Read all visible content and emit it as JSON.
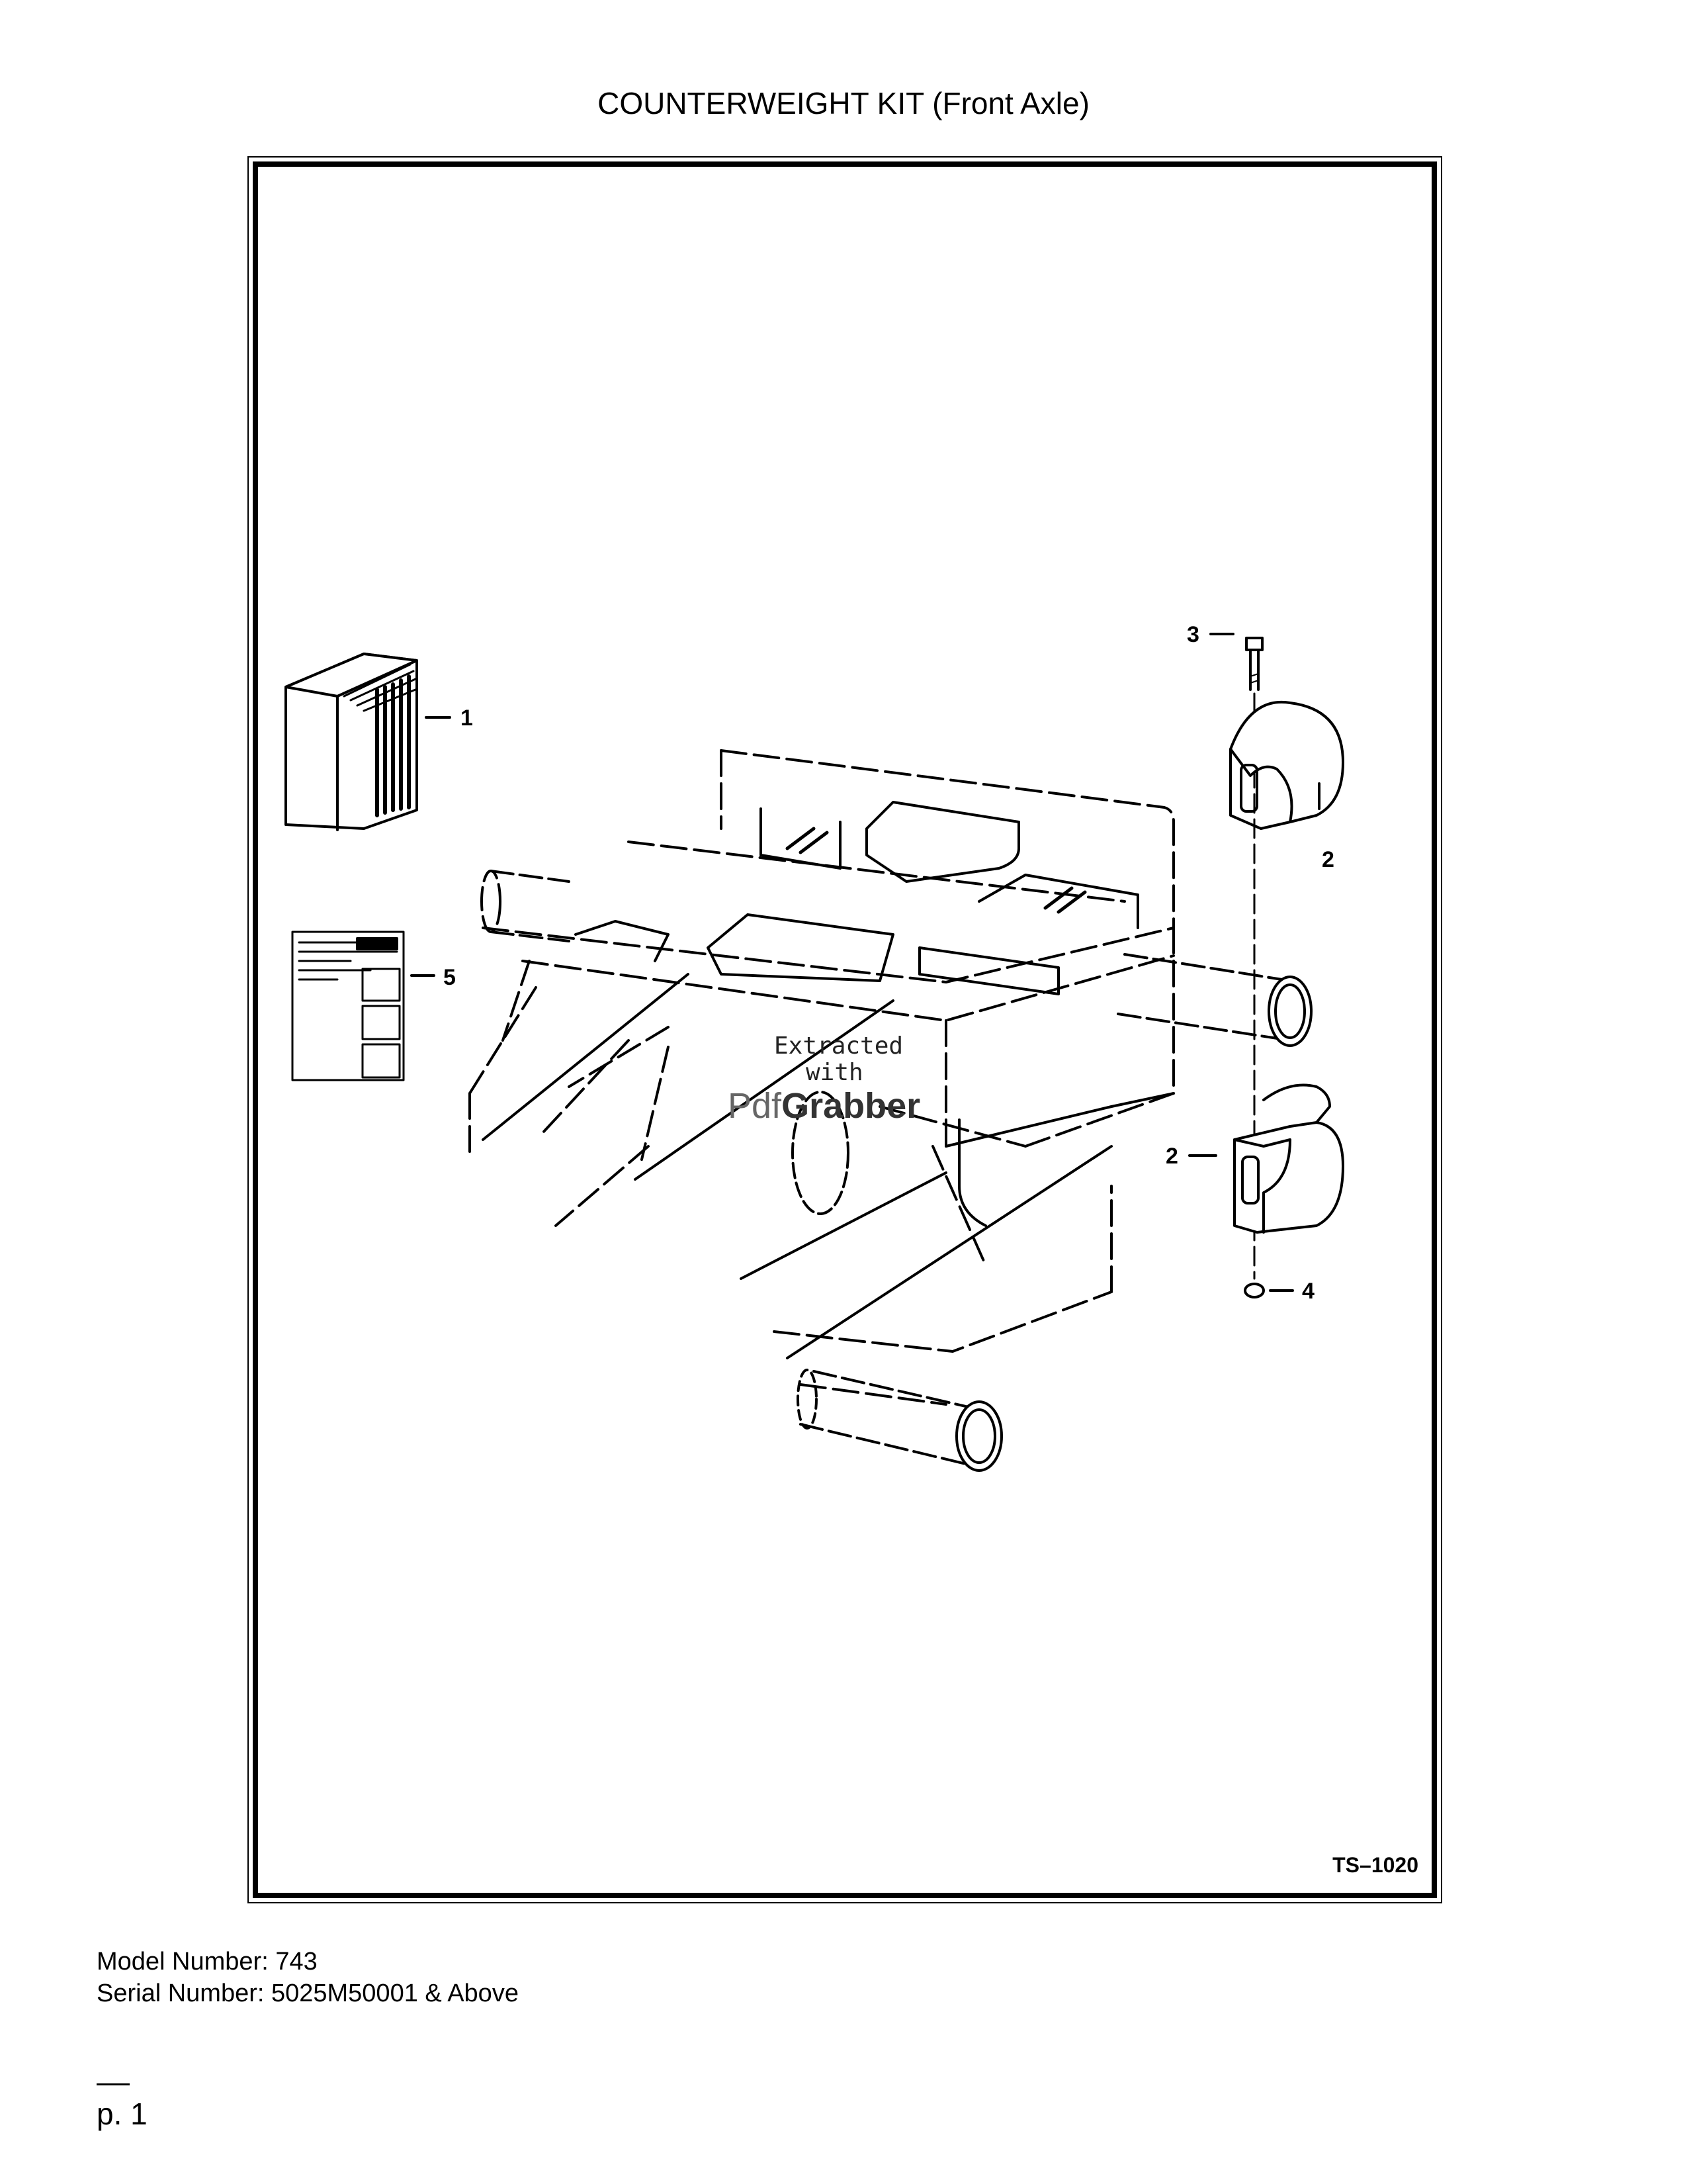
{
  "document": {
    "title": "COUNTERWEIGHT KIT (Front Axle)",
    "drawing_code": "TS–1020",
    "watermark": {
      "line1": "Extracted",
      "line2": "with",
      "brand_prefix": "Pdf",
      "brand_suffix": "Grabber"
    },
    "model_number": "Model Number: 743",
    "serial_number": "Serial Number: 5025M50001 & Above",
    "page_label": "p. 1"
  },
  "callouts": [
    "1",
    "2",
    "2",
    "3",
    "4",
    "5"
  ]
}
